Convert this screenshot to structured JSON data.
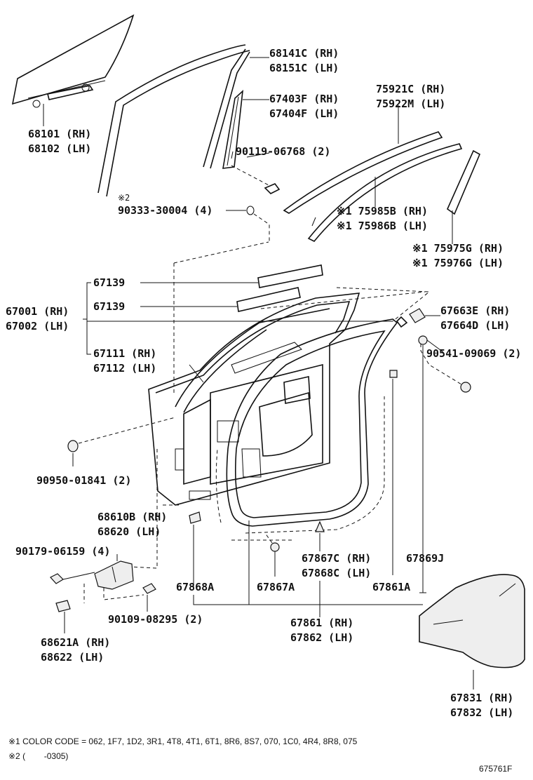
{
  "callouts": {
    "glass": [
      "68101 (RH)",
      "68102 (LH)"
    ],
    "frame_outer": [
      "68141C (RH)",
      "68151C (LH)"
    ],
    "sash_channel": [
      "67403F (RH)",
      "67404F (LH)"
    ],
    "screw_90119": "90119-06768 (2)",
    "roof_moulding": [
      "75921C (RH)",
      "75922M (LH)"
    ],
    "note2_mark": "※2",
    "plug_90333": "90333-30004 (4)",
    "belt_moulding": [
      "※1 75985B (RH)",
      "※1 75986B (LH)"
    ],
    "pillar_garnish": [
      "※1 75975G (RH)",
      "※1 75976G (LH)"
    ],
    "pad_upper": "67139",
    "pad_lower": "67139",
    "door_panel": [
      "67001 (RH)",
      "67002 (LH)"
    ],
    "weatherstrip_upper": [
      "67663E (RH)",
      "67664D (LH)"
    ],
    "outer_panel": [
      "67111 (RH)",
      "67112 (LH)"
    ],
    "clip_90541": "90541-09069 (2)",
    "plug_90950": "90950-01841 (2)",
    "hinge_upper": [
      "68610B (RH)",
      "68620 (LH)"
    ],
    "bolt_90179": "90179-06159 (4)",
    "clip_67867c": [
      "67867C (RH)",
      "67868C (LH)"
    ],
    "weatherstrip_j": "67869J",
    "clip_67868a": "67868A",
    "clip_67867a": "67867A",
    "clip_67861a": "67861A",
    "bolt_90109": "90109-08295 (2)",
    "weatherstrip_main": [
      "67861 (RH)",
      "67862 (LH)"
    ],
    "hinge_lower": [
      "68621A (RH)",
      "68622 (LH)"
    ],
    "service_hole_cover": [
      "67831 (RH)",
      "67832 (LH)"
    ]
  },
  "footnotes": {
    "note1": "※1 COLOR CODE = 062, 1F7, 1D2, 3R1, 4T8, 4T1, 6T1, 8R6, 8S7, 070, 1C0, 4R4, 8R8, 075",
    "note2": "※2 (        -0305)"
  },
  "figure_id": "675761F"
}
